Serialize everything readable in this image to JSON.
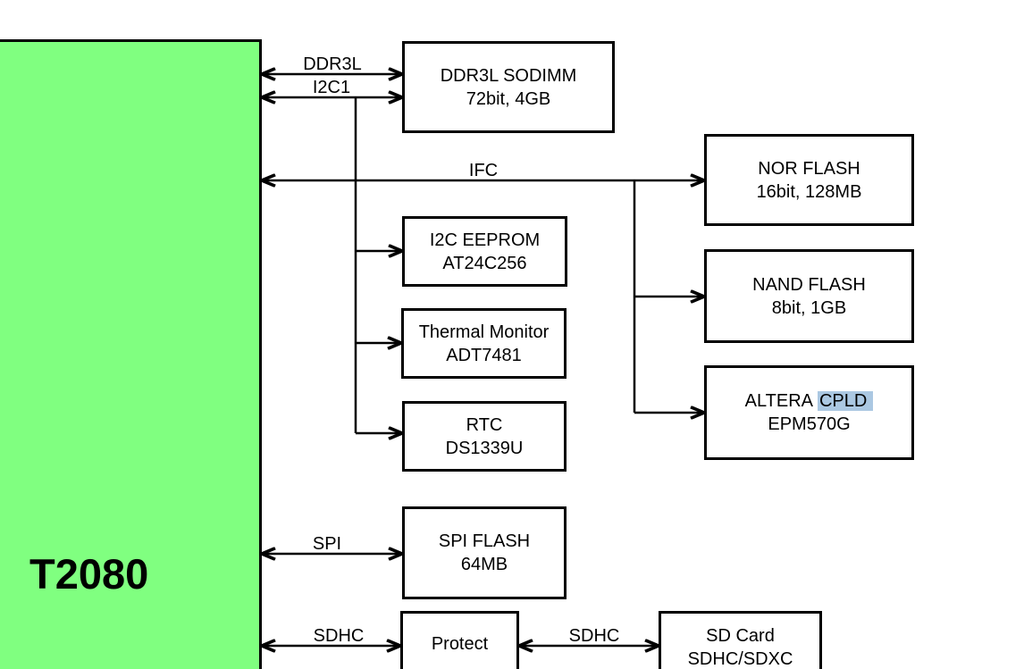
{
  "colors": {
    "soc_fill": "#80ff80",
    "line": "#000000",
    "selection_highlight": "#abc8e2"
  },
  "soc": {
    "label": "T2080"
  },
  "boxes": {
    "ddr3l_sodimm": {
      "line1": "DDR3L SODIMM",
      "line2": "72bit, 4GB"
    },
    "nor_flash": {
      "line1": "NOR FLASH",
      "line2": "16bit, 128MB"
    },
    "i2c_eeprom": {
      "line1": "I2C EEPROM",
      "line2": "AT24C256"
    },
    "thermal_monitor": {
      "line1": "Thermal Monitor",
      "line2": "ADT7481"
    },
    "nand_flash": {
      "line1": "NAND FLASH",
      "line2": "8bit, 1GB"
    },
    "rtc": {
      "line1": "RTC",
      "line2": "DS1339U"
    },
    "altera_cpld": {
      "line1_plain": "ALTERA",
      "line1_highlighted": "CPLD",
      "line2": "EPM570G"
    },
    "spi_flash": {
      "line1": "SPI FLASH",
      "line2": "64MB"
    },
    "protect": {
      "line1": "Protect"
    },
    "sd_card": {
      "line1": "SD Card",
      "line2": "SDHC/SDXC"
    }
  },
  "bus_labels": {
    "ddr3l": "DDR3L",
    "i2c1": "I2C1",
    "ifc": "IFC",
    "spi": "SPI",
    "sdhc_left": "SDHC",
    "sdhc_right": "SDHC"
  }
}
